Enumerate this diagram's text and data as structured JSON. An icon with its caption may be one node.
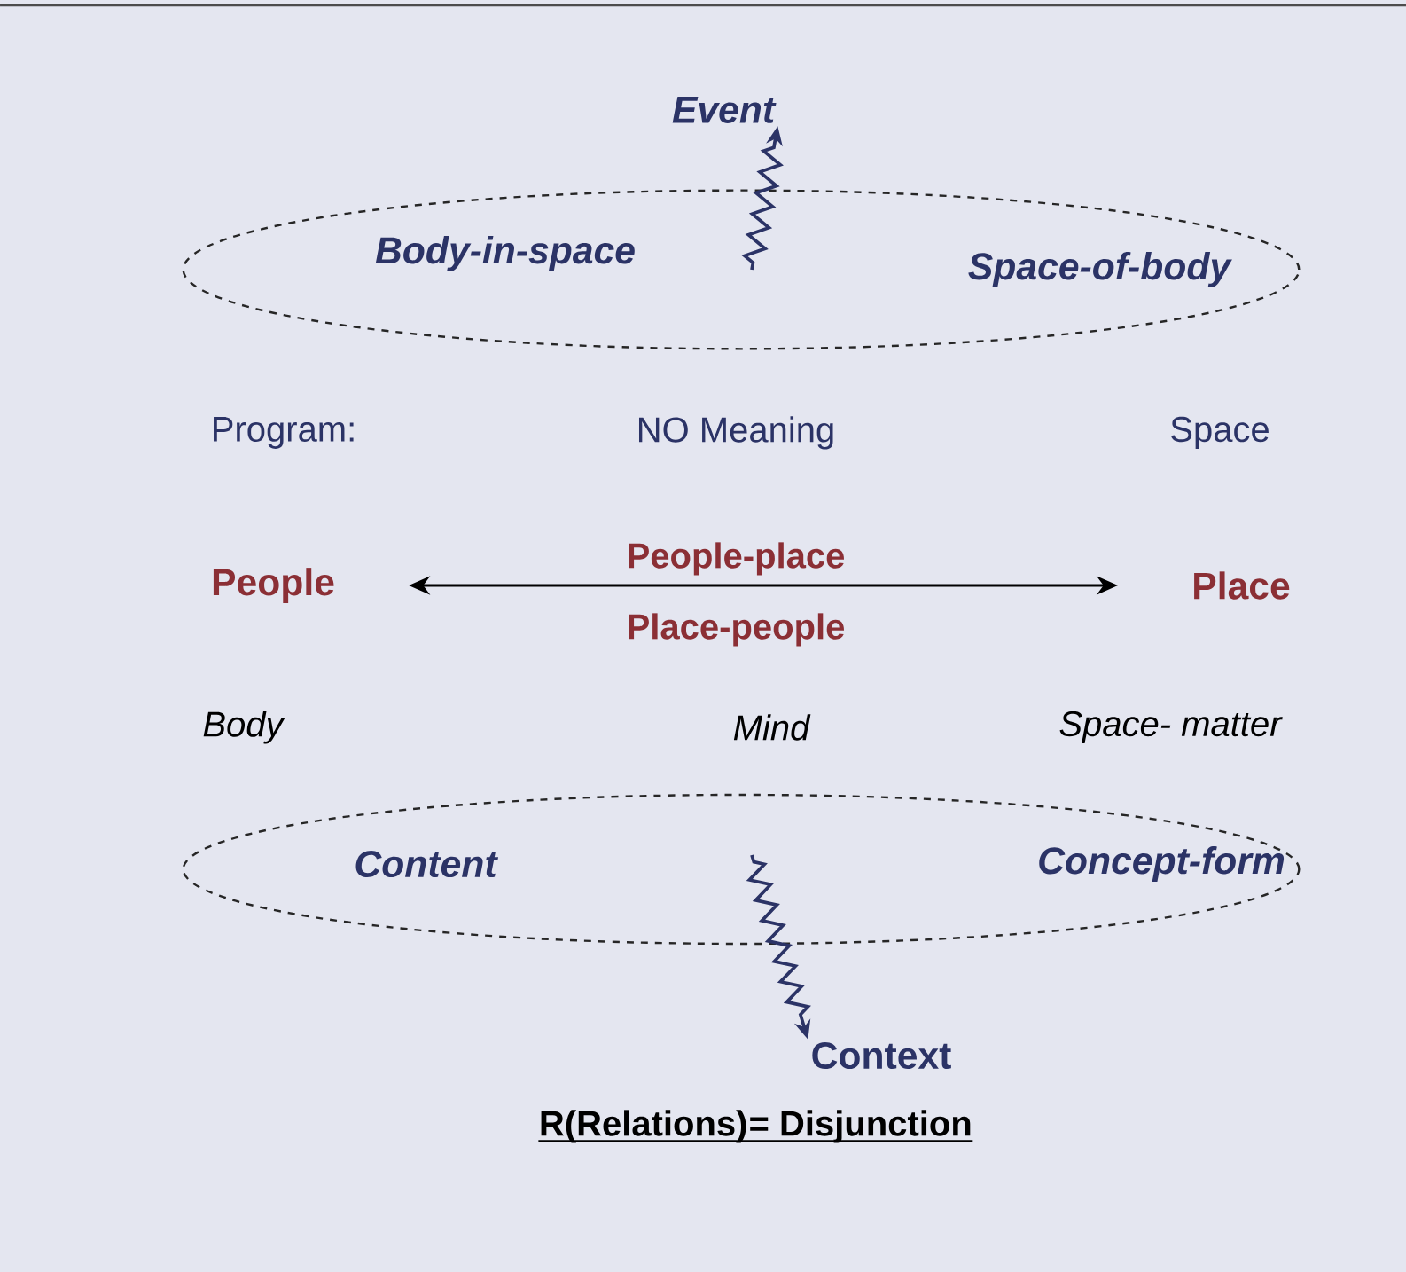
{
  "diagram": {
    "nodes": [
      {
        "text": [
          "Body-in-space",
          "Space-of-body"
        ]
      },
      {
        "text": [
          "Event"
        ]
      },
      {
        "text": [
          "People"
        ]
      },
      {
        "text": [
          "Place"
        ]
      },
      {
        "text": [
          "Content",
          "Concept-form"
        ]
      },
      {
        "text": [
          "Context"
        ]
      }
    ],
    "edges": [
      {
        "from": 0,
        "to": 1,
        "arrow": "to"
      },
      {
        "from": 2,
        "to": 3,
        "arrow": "both",
        "color": "#000000"
      },
      {
        "from": 4,
        "to": 5,
        "arrow": "to"
      }
    ],
    "labels": [
      "Program:",
      "NO Meaning",
      "Space",
      "People-place",
      "Place-people",
      "Body",
      "Mind",
      "Space-  matter",
      "R(Relations)",
      "= Disjunction"
    ]
  }
}
